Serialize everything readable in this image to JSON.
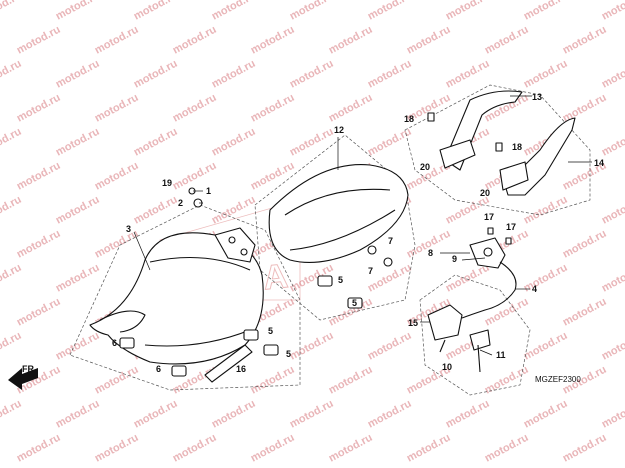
{
  "watermark": "motod.ru",
  "brand_logo": "HONDA",
  "diagram_code": "MGZEF2300",
  "direction_label": "FR.",
  "callouts": [
    "1",
    "2",
    "3",
    "4",
    "5",
    "5",
    "5",
    "5",
    "6",
    "6",
    "7",
    "7",
    "8",
    "9",
    "10",
    "11",
    "12",
    "13",
    "14",
    "15",
    "16",
    "17",
    "17",
    "18",
    "18",
    "19",
    "20",
    "20"
  ],
  "colors": {
    "watermark": "#e9b5b8",
    "line": "#111111"
  }
}
